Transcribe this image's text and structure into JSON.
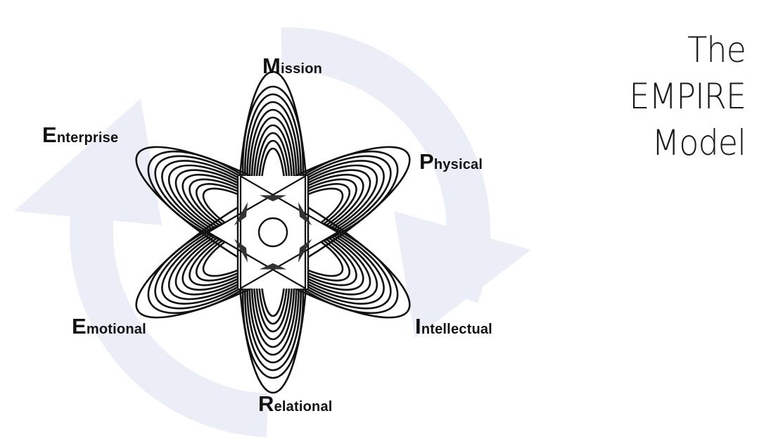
{
  "title": {
    "line1": "The",
    "line2": "EMPIRE",
    "line3": "Model"
  },
  "labels": [
    {
      "initial": "M",
      "rest": "ission"
    },
    {
      "initial": "E",
      "rest": "nterprise"
    },
    {
      "initial": "P",
      "rest": "hysical"
    },
    {
      "initial": "E",
      "rest": "motional"
    },
    {
      "initial": "I",
      "rest": "ntellectual"
    },
    {
      "initial": "R",
      "rest": "elational"
    }
  ],
  "colors": {
    "background_arrows": "#eceef7",
    "lines": "#111111"
  }
}
